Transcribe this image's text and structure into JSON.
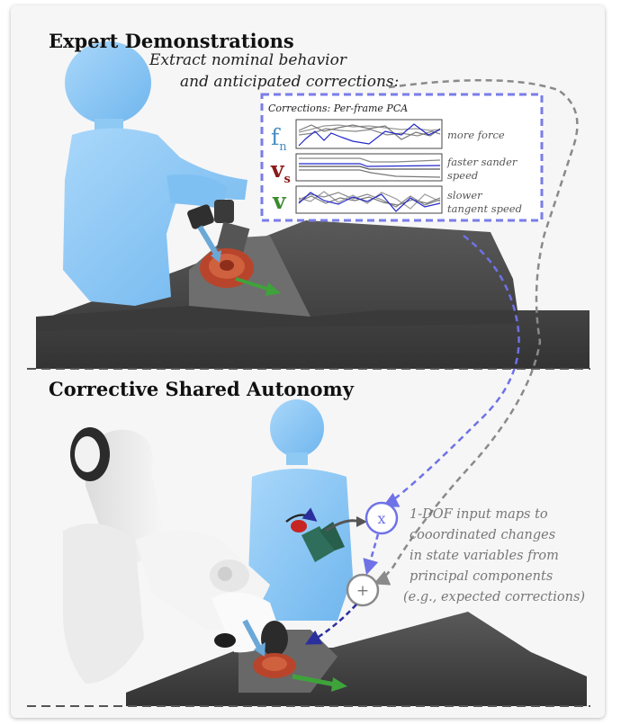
{
  "top_section": {
    "heading": "Expert Demonstrations",
    "caption_line1": "Extract nominal behavior",
    "caption_line2": "and anticipated corrections:"
  },
  "corrections_panel": {
    "title": "Corrections: Per-frame PCA",
    "rows": [
      {
        "symbol_main": "f",
        "symbol_sub": "n",
        "color": "#4a8ec2",
        "label_line1": "more force",
        "label_line2": ""
      },
      {
        "symbol_main": "v",
        "symbol_sub": "s",
        "color": "#8b1a1a",
        "label_line1": "faster sander",
        "label_line2": "speed"
      },
      {
        "symbol_main": "v",
        "symbol_sub": "",
        "color": "#3c8a2e",
        "label_line1": "slower",
        "label_line2": "tangent speed"
      }
    ]
  },
  "bottom_section": {
    "heading": "Corrective Shared Autonomy",
    "multiply_symbol": "x",
    "add_symbol": "+",
    "description_lines": [
      "1-DOF input maps to",
      "cooordinated changes",
      "in state variables from",
      "principal components",
      "(e.g., expected corrections)"
    ]
  },
  "colors": {
    "dashed_blue": "#6f72e6",
    "dashed_gray": "#8a8a8a",
    "human_blue": "#8cc8f5",
    "table_dark": "#4a4a4a",
    "sander_red": "#b8452b",
    "arrow_green": "#3fa33b",
    "arrow_blue": "#6aa8d8"
  }
}
